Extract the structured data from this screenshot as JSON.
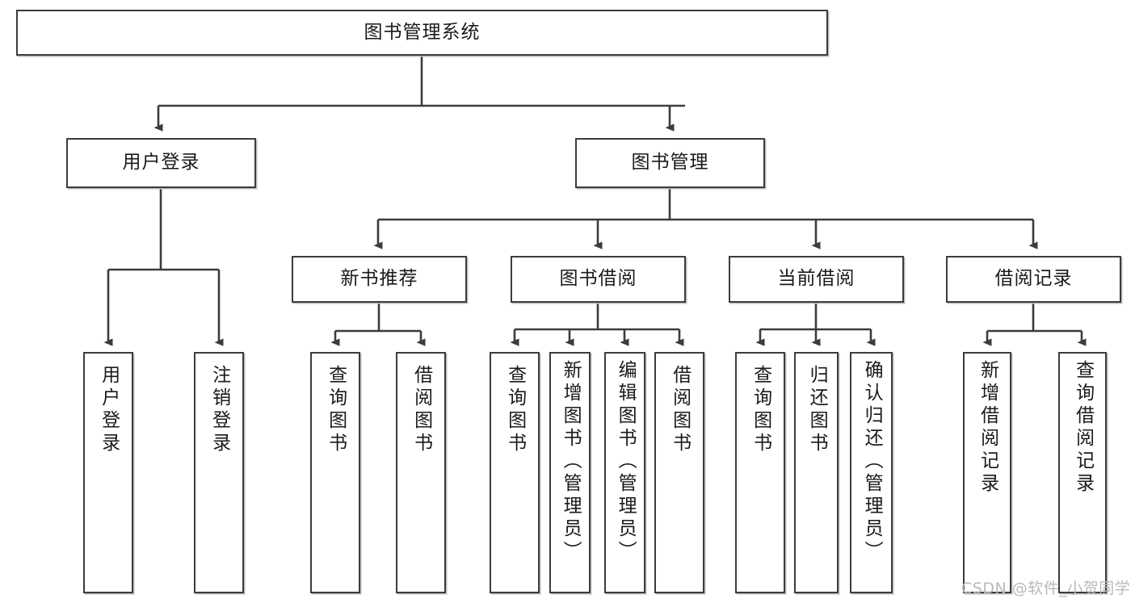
{
  "diagram": {
    "title": "图书管理系统",
    "type": "tree",
    "watermark": "CSDN @软件_小贺同学",
    "colors": {
      "border": "#3c3c3c",
      "background": "#ffffff",
      "text": "#1a1a1a",
      "edge": "#3c3c3c",
      "watermark": "#b9b9b9"
    },
    "levels": [
      {
        "level": 1,
        "nodes": [
          {
            "id": "root",
            "label": "图书管理系统"
          }
        ]
      },
      {
        "level": 2,
        "nodes": [
          {
            "id": "login",
            "label": "用户登录"
          },
          {
            "id": "bookmgmt",
            "label": "图书管理"
          }
        ]
      },
      {
        "level": 3,
        "nodes": [
          {
            "id": "newbook",
            "label": "新书推荐"
          },
          {
            "id": "borrow",
            "label": "图书借阅"
          },
          {
            "id": "current",
            "label": "当前借阅"
          },
          {
            "id": "records",
            "label": "借阅记录"
          }
        ]
      },
      {
        "level": 4,
        "nodes": [
          {
            "id": "leaf1",
            "label": "用户登录",
            "parent": "login"
          },
          {
            "id": "leaf2",
            "label": "注销登录",
            "parent": "login"
          },
          {
            "id": "leaf3",
            "label": "查询图书",
            "parent": "newbook"
          },
          {
            "id": "leaf4",
            "label": "借阅图书",
            "parent": "newbook"
          },
          {
            "id": "leaf5",
            "label": "查询图书",
            "parent": "borrow"
          },
          {
            "id": "leaf6",
            "label": "新增图书（管理员）",
            "parent": "borrow"
          },
          {
            "id": "leaf7",
            "label": "编辑图书（管理员）",
            "parent": "borrow"
          },
          {
            "id": "leaf8",
            "label": "借阅图书",
            "parent": "borrow"
          },
          {
            "id": "leaf9",
            "label": "查询图书",
            "parent": "current"
          },
          {
            "id": "leaf10",
            "label": "归还图书",
            "parent": "current"
          },
          {
            "id": "leaf11",
            "label": "确认归还（管理员）",
            "parent": "current"
          },
          {
            "id": "leaf12",
            "label": "新增借阅记录",
            "parent": "records"
          },
          {
            "id": "leaf13",
            "label": "查询借阅记录",
            "parent": "records"
          }
        ]
      }
    ]
  }
}
